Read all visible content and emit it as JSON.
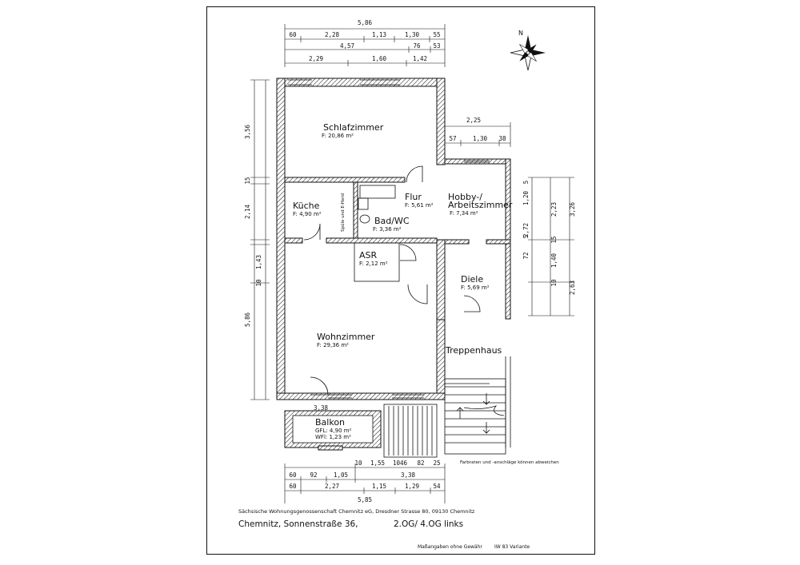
{
  "dimensions": {
    "top": {
      "overall": "5,86",
      "row1": [
        "60",
        "2,28",
        "1,13",
        "1,30",
        "55"
      ],
      "row2": [
        "4,57",
        "76",
        "53"
      ],
      "row3": [
        "2,29",
        "1,60",
        "1,42"
      ]
    },
    "bottom": {
      "row1": [
        "3,38"
      ],
      "row2": [
        "10",
        "1,55",
        "1046",
        "82",
        "25"
      ],
      "row3": [
        "60",
        "92",
        "1,05",
        "3,38"
      ],
      "row4": [
        "60",
        "2,27",
        "1,15",
        "1,29",
        "54"
      ],
      "overall": "5,85"
    },
    "left": [
      "3,56",
      "15",
      "2,14",
      "10",
      "1,43",
      "5,86"
    ],
    "right_annex": {
      "top": [
        "2,25",
        "57",
        "1,30",
        "38"
      ],
      "side": [
        "5",
        "1,20",
        "2,23",
        "3,26",
        "5",
        "15",
        "72",
        "1,40",
        "10",
        "2,63",
        "2,72"
      ]
    }
  },
  "rooms": [
    {
      "name": "Schlafzimmer",
      "area": "F: 20,86 m²"
    },
    {
      "name": "Küche",
      "area": "F: 4,90 m²"
    },
    {
      "name": "Flur",
      "area": "F: 5,61 m²"
    },
    {
      "name": "Bad/WC",
      "area": "F: 3,36 m²"
    },
    {
      "name": "ASR",
      "area": "F: 2,12 m²"
    },
    {
      "name": "Hobby-/",
      "name2": "Arbeitszimmer",
      "area": "F: 7,34 m²"
    },
    {
      "name": "Diele",
      "area": "F: 5,69 m²"
    },
    {
      "name": "Wohnzimmer",
      "area": "F: 29,36 m²"
    },
    {
      "name": "Treppenhaus"
    },
    {
      "name": "Balkon",
      "area": "GFL: 4,90 m²",
      "area2": "WFl: 1,23 m²"
    }
  ],
  "labels": {
    "kitchen_note": "Spüle und E-Herd",
    "stair_note": "Farbraten und -anschläge können abweichen",
    "company": "Sächsische Wohnungsgenossenschaft Chemnitz eG, Dresdner Strasse 80, 09130 Chemnitz",
    "address": "Chemnitz, Sonnenstraße 36,",
    "floor": "2.OG/ 4.OG links",
    "disclaimer": "Maßangaben ohne Gewähr",
    "variant": "IW 83 Variante",
    "north": "N"
  }
}
